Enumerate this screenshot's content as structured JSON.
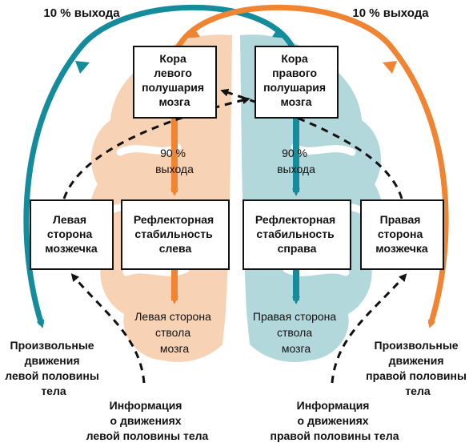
{
  "diagram": {
    "top_left_label": "10 % выхода",
    "top_right_label": "10 % выхода",
    "cortex_left": [
      "Кора",
      "левого",
      "полушария",
      "мозга"
    ],
    "cortex_right": [
      "Кора",
      "правого",
      "полушария",
      "мозга"
    ],
    "output_left": [
      "90 %",
      "выхода"
    ],
    "output_right": [
      "90 %",
      "выхода"
    ],
    "cerebellum_left": [
      "Левая",
      "сторона",
      "мозжечка"
    ],
    "reflex_left": [
      "Рефлекторная",
      "стабильность",
      "слева"
    ],
    "reflex_right": [
      "Рефлекторная",
      "стабильность",
      "справа"
    ],
    "cerebellum_right": [
      "Правая",
      "сторона",
      "мозжечка"
    ],
    "brainstem_left": [
      "Левая сторона",
      "ствола",
      "мозга"
    ],
    "brainstem_right": [
      "Правая сторона",
      "ствола",
      "мозга"
    ],
    "voluntary_left": [
      "Произвольные",
      "движения",
      "левой половины",
      "тела"
    ],
    "voluntary_right": [
      "Произвольные",
      "движения",
      "правой половины",
      "тела"
    ],
    "info_left": [
      "Информация",
      "о движениях",
      "левой половины тела"
    ],
    "info_right": [
      "Информация",
      "о движениях",
      "правой половины тела"
    ],
    "colors": {
      "orange": "#EF8433",
      "teal": "#148C9B",
      "brain_left": "#F8D2B5",
      "brain_right": "#B3D8DC",
      "box_border": "#111111"
    }
  }
}
